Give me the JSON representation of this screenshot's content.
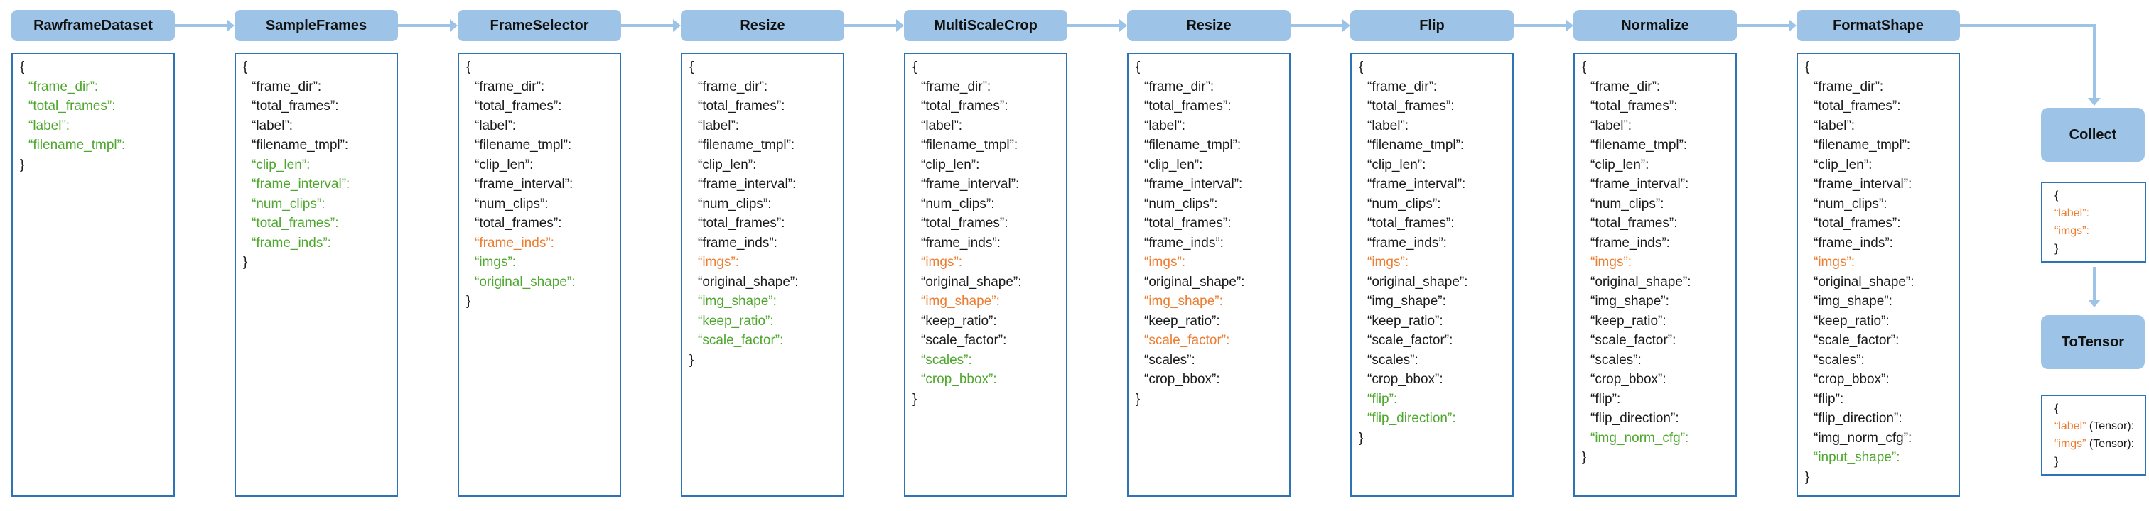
{
  "palette": {
    "header_bg": "#9DC3E6",
    "box_border": "#2E74B5",
    "arrow": "#9DC3E6",
    "key_default": "#1a1a1a",
    "key_new": "#4EA72E",
    "key_modified": "#ED7D31"
  },
  "syntax": {
    "open": "{",
    "close": "}"
  },
  "stages": [
    {
      "title": "RawframeDataset",
      "keys": [
        {
          "text": "“frame_dir”:",
          "color": "new"
        },
        {
          "text": "“total_frames”:",
          "color": "new"
        },
        {
          "text": "“label”:",
          "color": "new"
        },
        {
          "text": "“filename_tmpl”:",
          "color": "new"
        }
      ]
    },
    {
      "title": "SampleFrames",
      "keys": [
        {
          "text": "“frame_dir”:",
          "color": "default"
        },
        {
          "text": "“total_frames”:",
          "color": "default"
        },
        {
          "text": "“label”:",
          "color": "default"
        },
        {
          "text": "“filename_tmpl”:",
          "color": "default"
        },
        {
          "text": "“clip_len”:",
          "color": "new"
        },
        {
          "text": "“frame_interval”:",
          "color": "new"
        },
        {
          "text": "“num_clips”:",
          "color": "new"
        },
        {
          "text": "“total_frames”:",
          "color": "new"
        },
        {
          "text": "“frame_inds”:",
          "color": "new"
        }
      ]
    },
    {
      "title": "FrameSelector",
      "keys": [
        {
          "text": "“frame_dir”:",
          "color": "default"
        },
        {
          "text": "“total_frames”:",
          "color": "default"
        },
        {
          "text": "“label”:",
          "color": "default"
        },
        {
          "text": "“filename_tmpl”:",
          "color": "default"
        },
        {
          "text": "“clip_len”:",
          "color": "default"
        },
        {
          "text": "“frame_interval”:",
          "color": "default"
        },
        {
          "text": "“num_clips”:",
          "color": "default"
        },
        {
          "text": "“total_frames”:",
          "color": "default"
        },
        {
          "text": "“frame_inds”:",
          "color": "modified"
        },
        {
          "text": "“imgs”:",
          "color": "new"
        },
        {
          "text": "“original_shape”:",
          "color": "new"
        }
      ]
    },
    {
      "title": "Resize",
      "keys": [
        {
          "text": "“frame_dir”:",
          "color": "default"
        },
        {
          "text": "“total_frames”:",
          "color": "default"
        },
        {
          "text": "“label”:",
          "color": "default"
        },
        {
          "text": "“filename_tmpl”:",
          "color": "default"
        },
        {
          "text": "“clip_len”:",
          "color": "default"
        },
        {
          "text": "“frame_interval”:",
          "color": "default"
        },
        {
          "text": "“num_clips”:",
          "color": "default"
        },
        {
          "text": "“total_frames”:",
          "color": "default"
        },
        {
          "text": "“frame_inds”:",
          "color": "default"
        },
        {
          "text": "“imgs”:",
          "color": "modified"
        },
        {
          "text": "“original_shape”:",
          "color": "default"
        },
        {
          "text": "“img_shape”:",
          "color": "new"
        },
        {
          "text": "“keep_ratio”:",
          "color": "new"
        },
        {
          "text": "“scale_factor”:",
          "color": "new"
        }
      ]
    },
    {
      "title": "MultiScaleCrop",
      "keys": [
        {
          "text": "“frame_dir”:",
          "color": "default"
        },
        {
          "text": "“total_frames”:",
          "color": "default"
        },
        {
          "text": "“label”:",
          "color": "default"
        },
        {
          "text": "“filename_tmpl”:",
          "color": "default"
        },
        {
          "text": "“clip_len”:",
          "color": "default"
        },
        {
          "text": "“frame_interval”:",
          "color": "default"
        },
        {
          "text": "“num_clips”:",
          "color": "default"
        },
        {
          "text": "“total_frames”:",
          "color": "default"
        },
        {
          "text": "“frame_inds”:",
          "color": "default"
        },
        {
          "text": "“imgs”:",
          "color": "modified"
        },
        {
          "text": "“original_shape”:",
          "color": "default"
        },
        {
          "text": "“img_shape”:",
          "color": "modified"
        },
        {
          "text": "“keep_ratio”:",
          "color": "default"
        },
        {
          "text": "“scale_factor”:",
          "color": "default"
        },
        {
          "text": "“scales”:",
          "color": "new"
        },
        {
          "text": "“crop_bbox”:",
          "color": "new"
        }
      ]
    },
    {
      "title": "Resize",
      "keys": [
        {
          "text": "“frame_dir”:",
          "color": "default"
        },
        {
          "text": "“total_frames”:",
          "color": "default"
        },
        {
          "text": "“label”:",
          "color": "default"
        },
        {
          "text": "“filename_tmpl”:",
          "color": "default"
        },
        {
          "text": "“clip_len”:",
          "color": "default"
        },
        {
          "text": "“frame_interval”:",
          "color": "default"
        },
        {
          "text": "“num_clips”:",
          "color": "default"
        },
        {
          "text": "“total_frames”:",
          "color": "default"
        },
        {
          "text": "“frame_inds”:",
          "color": "default"
        },
        {
          "text": "“imgs”:",
          "color": "modified"
        },
        {
          "text": "“original_shape”:",
          "color": "default"
        },
        {
          "text": "“img_shape”:",
          "color": "modified"
        },
        {
          "text": "“keep_ratio”:",
          "color": "default"
        },
        {
          "text": "“scale_factor”:",
          "color": "modified"
        },
        {
          "text": "“scales”:",
          "color": "default"
        },
        {
          "text": "“crop_bbox”:",
          "color": "default"
        }
      ]
    },
    {
      "title": "Flip",
      "keys": [
        {
          "text": "“frame_dir”:",
          "color": "default"
        },
        {
          "text": "“total_frames”:",
          "color": "default"
        },
        {
          "text": "“label”:",
          "color": "default"
        },
        {
          "text": "“filename_tmpl”:",
          "color": "default"
        },
        {
          "text": "“clip_len”:",
          "color": "default"
        },
        {
          "text": "“frame_interval”:",
          "color": "default"
        },
        {
          "text": "“num_clips”:",
          "color": "default"
        },
        {
          "text": "“total_frames”:",
          "color": "default"
        },
        {
          "text": "“frame_inds”:",
          "color": "default"
        },
        {
          "text": "“imgs”:",
          "color": "modified"
        },
        {
          "text": "“original_shape”:",
          "color": "default"
        },
        {
          "text": "“img_shape”:",
          "color": "default"
        },
        {
          "text": "“keep_ratio”:",
          "color": "default"
        },
        {
          "text": "“scale_factor”:",
          "color": "default"
        },
        {
          "text": "“scales”:",
          "color": "default"
        },
        {
          "text": "“crop_bbox”:",
          "color": "default"
        },
        {
          "text": "“flip”:",
          "color": "new"
        },
        {
          "text": "“flip_direction”:",
          "color": "new"
        }
      ]
    },
    {
      "title": "Normalize",
      "keys": [
        {
          "text": "“frame_dir”:",
          "color": "default"
        },
        {
          "text": "“total_frames”:",
          "color": "default"
        },
        {
          "text": "“label”:",
          "color": "default"
        },
        {
          "text": "“filename_tmpl”:",
          "color": "default"
        },
        {
          "text": "“clip_len”:",
          "color": "default"
        },
        {
          "text": "“frame_interval”:",
          "color": "default"
        },
        {
          "text": "“num_clips”:",
          "color": "default"
        },
        {
          "text": "“total_frames”:",
          "color": "default"
        },
        {
          "text": "“frame_inds”:",
          "color": "default"
        },
        {
          "text": "“imgs”:",
          "color": "modified"
        },
        {
          "text": "“original_shape”:",
          "color": "default"
        },
        {
          "text": "“img_shape”:",
          "color": "default"
        },
        {
          "text": "“keep_ratio”:",
          "color": "default"
        },
        {
          "text": "“scale_factor”:",
          "color": "default"
        },
        {
          "text": "“scales”:",
          "color": "default"
        },
        {
          "text": "“crop_bbox”:",
          "color": "default"
        },
        {
          "text": "“flip”:",
          "color": "default"
        },
        {
          "text": "“flip_direction”:",
          "color": "default"
        },
        {
          "text": "“img_norm_cfg”:",
          "color": "new"
        }
      ]
    },
    {
      "title": "FormatShape",
      "keys": [
        {
          "text": "“frame_dir”:",
          "color": "default"
        },
        {
          "text": "“total_frames”:",
          "color": "default"
        },
        {
          "text": "“label”:",
          "color": "default"
        },
        {
          "text": "“filename_tmpl”:",
          "color": "default"
        },
        {
          "text": "“clip_len”:",
          "color": "default"
        },
        {
          "text": "“frame_interval”:",
          "color": "default"
        },
        {
          "text": "“num_clips”:",
          "color": "default"
        },
        {
          "text": "“total_frames”:",
          "color": "default"
        },
        {
          "text": "“frame_inds”:",
          "color": "default"
        },
        {
          "text": "“imgs”:",
          "color": "modified"
        },
        {
          "text": "“original_shape”:",
          "color": "default"
        },
        {
          "text": "“img_shape”:",
          "color": "default"
        },
        {
          "text": "“keep_ratio”:",
          "color": "default"
        },
        {
          "text": "“scale_factor”:",
          "color": "default"
        },
        {
          "text": "“scales”:",
          "color": "default"
        },
        {
          "text": "“crop_bbox”:",
          "color": "default"
        },
        {
          "text": "“flip”:",
          "color": "default"
        },
        {
          "text": "“flip_direction”:",
          "color": "default"
        },
        {
          "text": "“img_norm_cfg”:",
          "color": "default"
        },
        {
          "text": "“input_shape”:",
          "color": "new"
        }
      ]
    }
  ],
  "collect": {
    "title": "Collect",
    "keys": [
      {
        "text": "“label”:",
        "color": "modified"
      },
      {
        "text": "“imgs”:",
        "color": "modified"
      }
    ]
  },
  "totensor": {
    "title": "ToTensor",
    "keys": [
      {
        "text": "“label”",
        "suffix": " (Tensor):",
        "color": "modified"
      },
      {
        "text": "“imgs”",
        "suffix": " (Tensor):",
        "color": "modified"
      }
    ]
  }
}
